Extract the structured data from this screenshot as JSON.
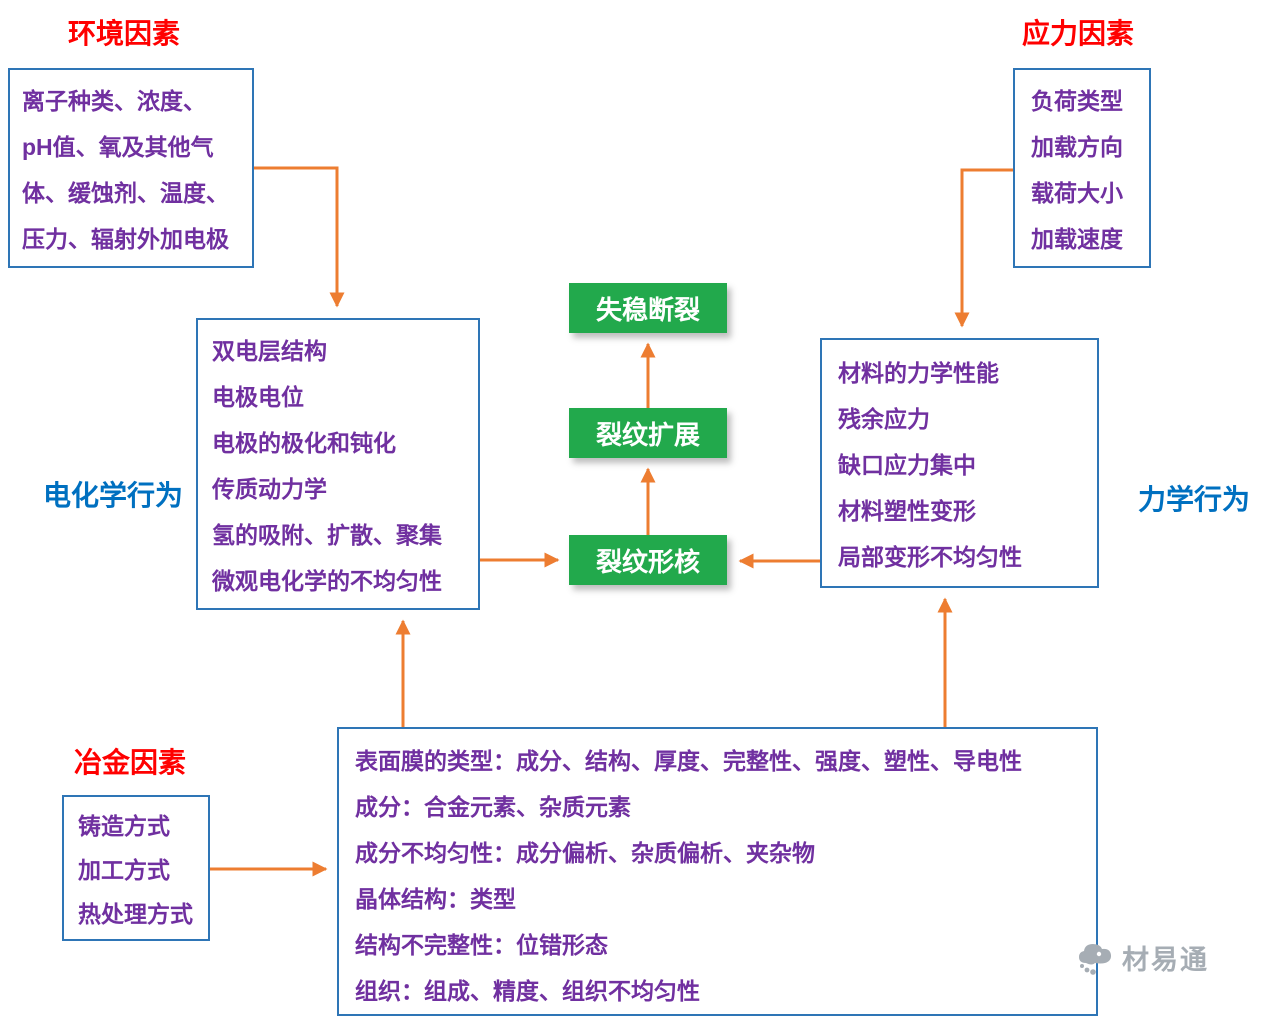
{
  "titles": {
    "env": "环境因素",
    "stress": "应力因素",
    "metallurgy": "冶金因素",
    "electrochem": "电化学行为",
    "mechanics": "力学行为"
  },
  "boxes": {
    "env": {
      "lines": [
        "离子种类、浓度、",
        "pH值、氧及其他气",
        "体、缓蚀剂、温度、",
        "压力、辐射外加电极"
      ]
    },
    "stress": {
      "lines": [
        "负荷类型",
        "加载方向",
        "载荷大小",
        "加载速度"
      ]
    },
    "electrochem": {
      "lines": [
        "双电层结构",
        "电极电位",
        "电极的极化和钝化",
        "传质动力学",
        "氢的吸附、扩散、聚集",
        "微观电化学的不均匀性"
      ]
    },
    "mechanics": {
      "lines": [
        "材料的力学性能",
        "残余应力",
        "缺口应力集中",
        "材料塑性变形",
        "局部变形不均匀性"
      ]
    },
    "metallurgy": {
      "lines": [
        "铸造方式",
        "加工方式",
        "热处理方式"
      ]
    },
    "surface": {
      "lines": [
        "表面膜的类型：成分、结构、厚度、完整性、强度、塑性、导电性",
        "成分：合金元素、杂质元素",
        "成分不均匀性：成分偏析、杂质偏析、夹杂物",
        "晶体结构：类型",
        "结构不完整性：位错形态",
        "组织：组成、精度、组织不均匀性"
      ]
    }
  },
  "process": {
    "fracture": "失稳断裂",
    "propagation": "裂纹扩展",
    "nucleation": "裂纹形核"
  },
  "watermark": {
    "text": "材易通"
  },
  "colors": {
    "box_border": "#2e75b6",
    "box_text": "#7030a0",
    "title_red": "#ff0000",
    "title_blue": "#0070c0",
    "process_green": "#22a94c",
    "arrow_orange": "#ed7d31",
    "watermark_grey": "#a6adb4"
  }
}
